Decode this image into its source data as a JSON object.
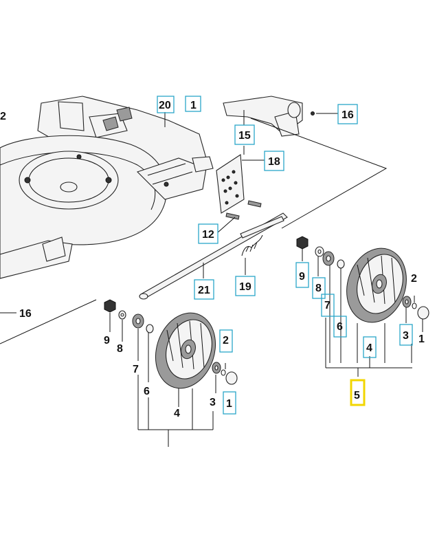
{
  "diagram": {
    "labels": {
      "top_left_2": "2",
      "top_20": "20",
      "top_partial": "1",
      "top_16": "16",
      "c15": "15",
      "c18": "18",
      "c12": "12",
      "c21": "21",
      "c19": "19",
      "left_16": "16",
      "r9": "9",
      "r8": "8",
      "r7": "7",
      "r6": "6",
      "r4": "4",
      "r3": "3",
      "r2": "2",
      "r1": "1",
      "r5": "5",
      "l9": "9",
      "l8": "8",
      "l7": "7",
      "l6": "6",
      "l4": "4",
      "l3": "3",
      "l2": "2",
      "l1": "1"
    },
    "colors": {
      "callout_box": "#2aa6c8",
      "highlight_box": "#f2d600",
      "line": "#111111"
    }
  }
}
